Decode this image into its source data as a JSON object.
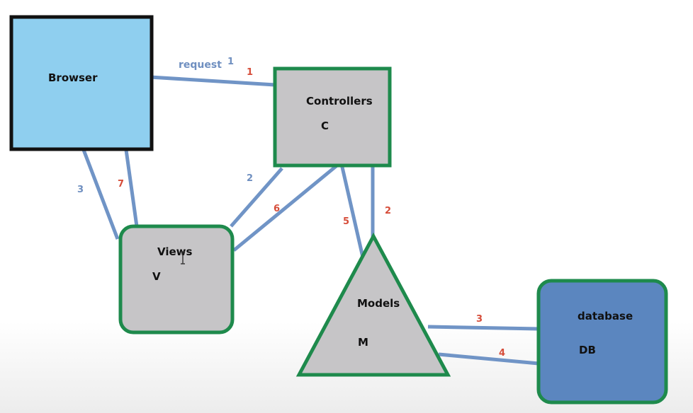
{
  "colors": {
    "link": "#7094c6",
    "red_number": "#d64d3a",
    "blue_number": "#6f8fc0",
    "box_grey": "#c6c5c7",
    "box_border_green": "#1e8a4c",
    "browser_fill": "#8fcfef",
    "browser_border": "#111111",
    "database_fill": "#5b86bf"
  },
  "nodes": {
    "browser": {
      "label": "Browser"
    },
    "controllers": {
      "label": "Controllers",
      "letter": "C"
    },
    "views": {
      "label": "Views",
      "letter": "V"
    },
    "models": {
      "label": "Models",
      "letter": "M"
    },
    "database": {
      "label": "database",
      "letter": "DB"
    }
  },
  "edges": {
    "request_label": "request",
    "req_blue": "1",
    "req_red": "1",
    "browser_views_blue": "3",
    "browser_views_red": "7",
    "controllers_views_blue": "2",
    "controllers_views_red": "6",
    "controllers_models_red_5": "5",
    "controllers_models_red_2": "2",
    "models_db_red_3": "3",
    "models_db_red_4": "4"
  },
  "icons": {
    "cursor": "text-cursor-icon"
  }
}
